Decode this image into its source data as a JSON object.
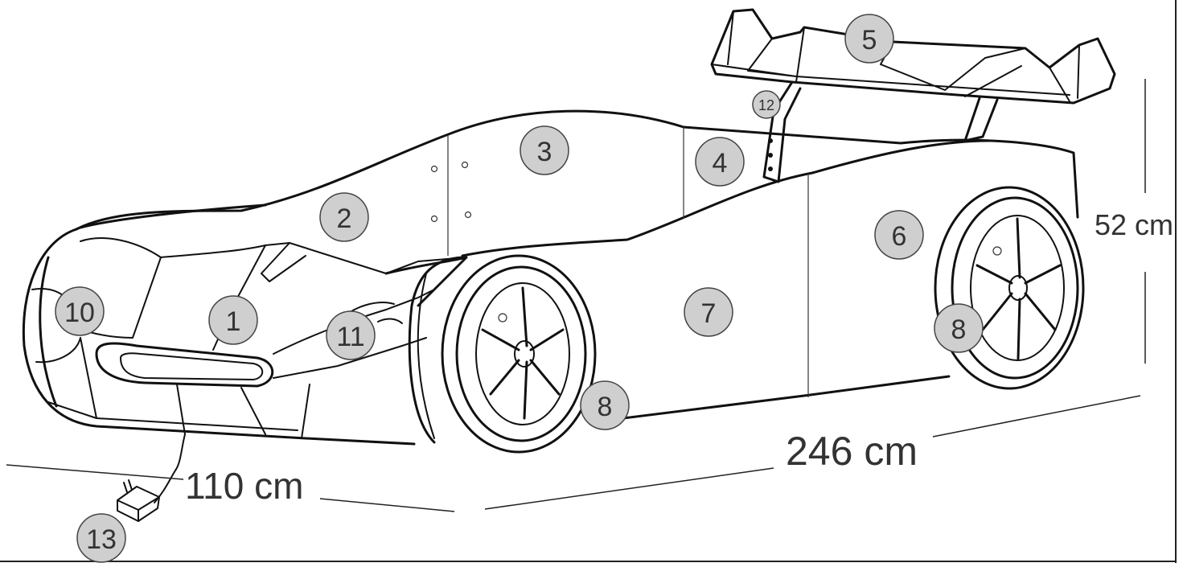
{
  "dimensions": {
    "width": "110 cm",
    "length": "246 cm",
    "height": "52 cm"
  },
  "parts": [
    "1",
    "2",
    "3",
    "4",
    "5",
    "6",
    "7",
    "8",
    "8",
    "10",
    "11",
    "12",
    "13"
  ]
}
